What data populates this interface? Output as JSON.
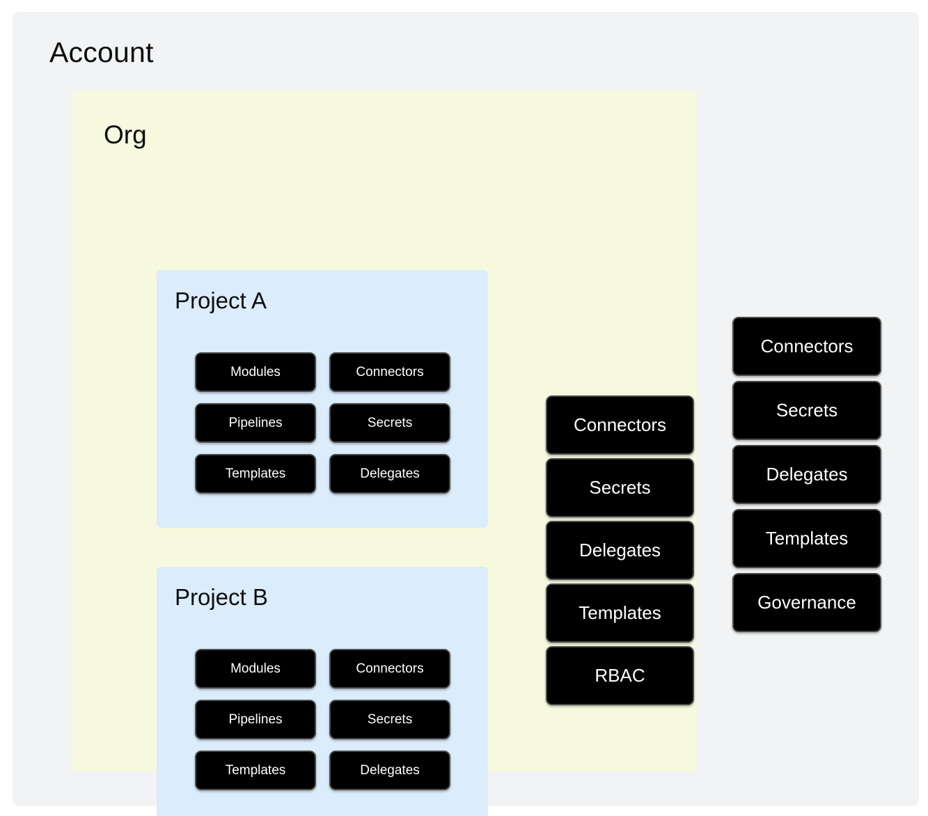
{
  "diagram": {
    "title": "Account",
    "type": "nested-hierarchy",
    "colors": {
      "account_bg": "#f2f3f4",
      "org_bg": "#f6f9dd",
      "project_bg": "#dbecfb",
      "node_bg": "#000000",
      "node_border": "#4b4b4b",
      "node_text": "#ffffff",
      "heading_text": "#0d0d0d",
      "page_bg": "#ffffff"
    }
  },
  "account": {
    "label": "Account",
    "resources": [
      {
        "label": "Connectors"
      },
      {
        "label": "Secrets"
      },
      {
        "label": "Delegates"
      },
      {
        "label": "Templates"
      },
      {
        "label": "Governance"
      }
    ]
  },
  "org": {
    "label": "Org",
    "resources": [
      {
        "label": "Connectors"
      },
      {
        "label": "Secrets"
      },
      {
        "label": "Delegates"
      },
      {
        "label": "Templates"
      },
      {
        "label": "RBAC"
      }
    ]
  },
  "projects": [
    {
      "label": "Project A",
      "resources": [
        {
          "label": "Modules"
        },
        {
          "label": "Connectors"
        },
        {
          "label": "Pipelines"
        },
        {
          "label": "Secrets"
        },
        {
          "label": "Templates"
        },
        {
          "label": "Delegates"
        }
      ]
    },
    {
      "label": "Project B",
      "resources": [
        {
          "label": "Modules"
        },
        {
          "label": "Connectors"
        },
        {
          "label": "Pipelines"
        },
        {
          "label": "Secrets"
        },
        {
          "label": "Templates"
        },
        {
          "label": "Delegates"
        }
      ]
    }
  ]
}
